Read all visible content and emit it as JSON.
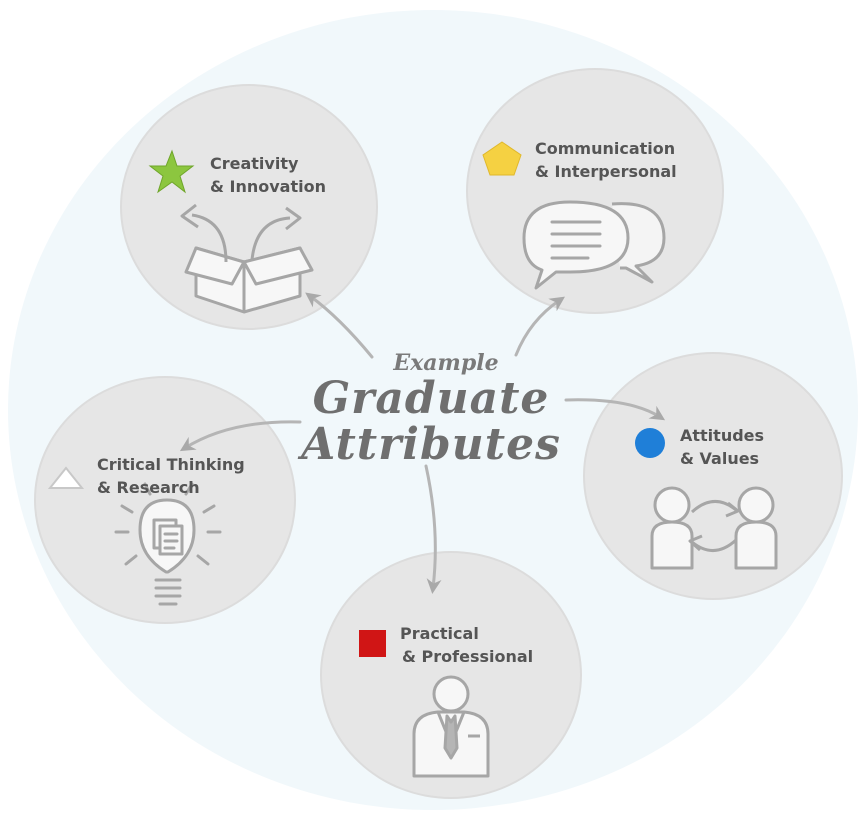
{
  "center": {
    "line1": "Example",
    "line2": "Graduate",
    "line3": "Attributes"
  },
  "attributes": [
    {
      "id": "creativity",
      "line1": "Creativity",
      "line2": "& Innovation",
      "marker": "star",
      "marker_color": "#8cc63f",
      "icon": "open-box-icon"
    },
    {
      "id": "communication",
      "line1": "Communication",
      "line2": "& Interpersonal",
      "marker": "pentagon",
      "marker_color": "#f5d142",
      "icon": "speech-bubbles-icon"
    },
    {
      "id": "attitudes",
      "line1": "Attitudes",
      "line2": "& Values",
      "marker": "circle",
      "marker_color": "#1f7fd8",
      "icon": "people-exchange-icon"
    },
    {
      "id": "practical",
      "line1": "Practical",
      "line2": "& Professional",
      "marker": "square",
      "marker_color": "#d01515",
      "icon": "businessman-icon"
    },
    {
      "id": "critical",
      "line1": "Critical Thinking",
      "line2": "& Research",
      "marker": "triangle",
      "marker_color": "#ffffff",
      "icon": "light-bulb-icon"
    }
  ]
}
